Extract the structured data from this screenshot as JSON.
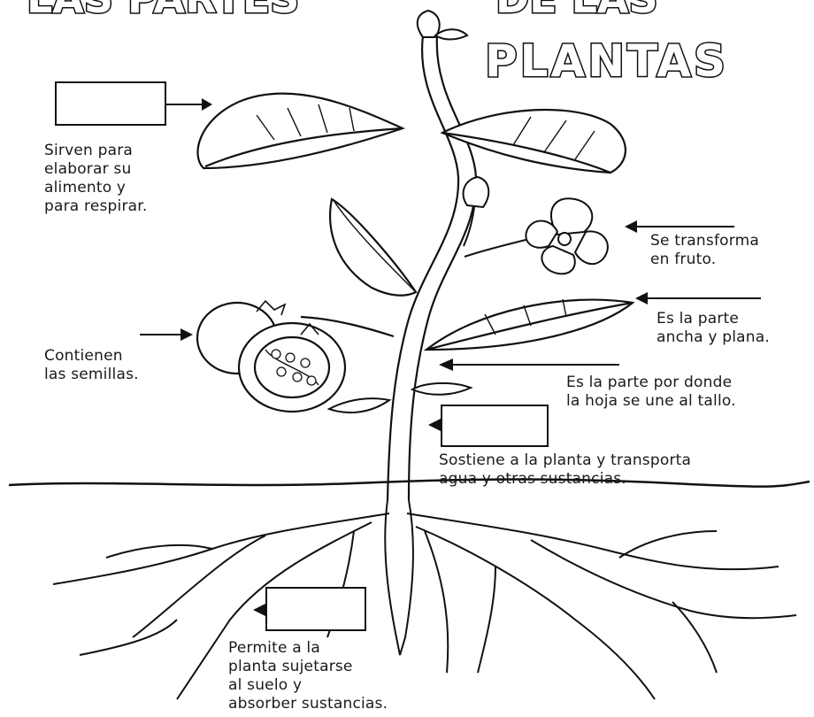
{
  "title": {
    "line1_left": "LAS PARTES",
    "line1_right": "DE LAS",
    "line2": "PLANTAS"
  },
  "labels": {
    "leaves": "Sirven para\nelaborar su\nalimento y\npara respirar.",
    "flower": "Se transforma\nen fruto.",
    "blade": "Es la parte\nancha y plana.",
    "fruit": "Contienen\nlas semillas.",
    "petiole": "Es la parte por donde\nla hoja se une al tallo.",
    "stem": "Sostiene a la planta y transporta\nagua y otras sustancias.",
    "root": "Permite a la\nplanta sujetarse\nal suelo y\nabsorber sustancias."
  },
  "colors": {
    "ink": "#111111",
    "paper": "#ffffff"
  }
}
